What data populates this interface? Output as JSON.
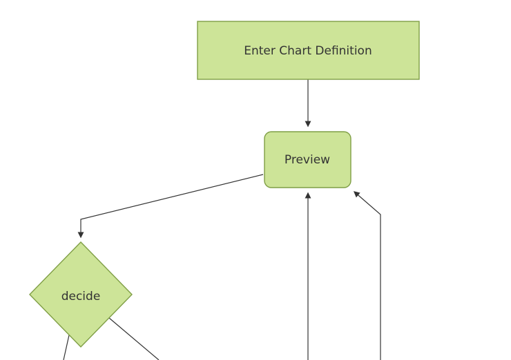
{
  "diagram": {
    "type": "flowchart",
    "direction": "top-down",
    "nodes": {
      "enter_chart_definition": {
        "label": "Enter Chart Definition",
        "shape": "rectangle"
      },
      "preview": {
        "label": "Preview",
        "shape": "rounded-rectangle"
      },
      "decide": {
        "label": "decide",
        "shape": "diamond"
      }
    },
    "edges": [
      {
        "from": "enter_chart_definition",
        "to": "preview",
        "arrow": true
      },
      {
        "from": "preview",
        "to": "decide",
        "arrow": true
      },
      {
        "from": "decide",
        "to": "offscreen-bottom-left",
        "arrow": false
      },
      {
        "from": "decide",
        "to": "offscreen-bottom-right",
        "arrow": false
      },
      {
        "from": "offscreen-bottom-center",
        "to": "preview",
        "arrow": true
      },
      {
        "from": "offscreen-bottom-right",
        "to": "preview",
        "arrow": true
      }
    ]
  },
  "colors": {
    "background": "#ffffff",
    "node_fill": "#cde498",
    "node_border": "#7f9e45",
    "edge": "#333333",
    "text": "#333333"
  }
}
